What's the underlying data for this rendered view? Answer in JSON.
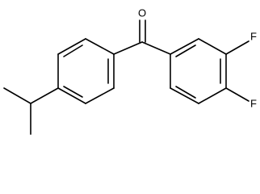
{
  "atoms": {
    "oxygen": "O",
    "fluorine_top": "F",
    "fluorine_bottom": "F"
  }
}
